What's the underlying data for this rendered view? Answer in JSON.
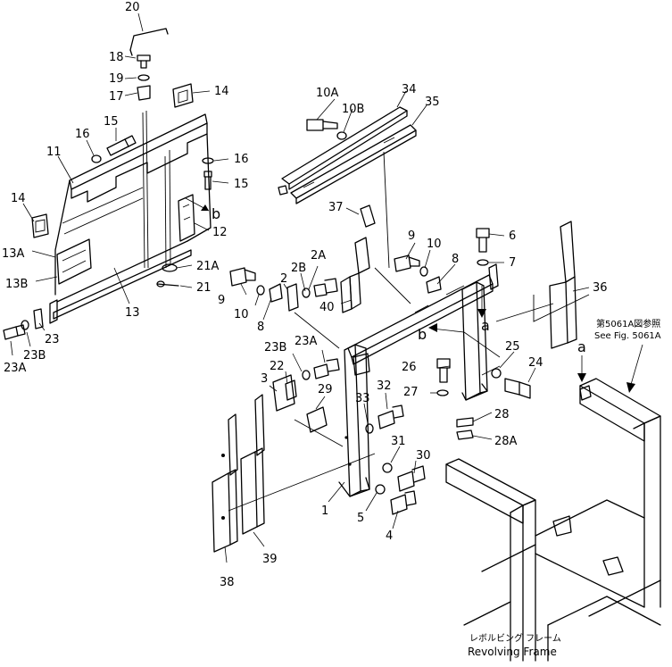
{
  "labels": [
    {
      "id": "p20",
      "text": "20"
    },
    {
      "id": "p18",
      "text": "18"
    },
    {
      "id": "p19",
      "text": "19"
    },
    {
      "id": "p17",
      "text": "17"
    },
    {
      "id": "p14a",
      "text": "14"
    },
    {
      "id": "p15a",
      "text": "15"
    },
    {
      "id": "p16a",
      "text": "16"
    },
    {
      "id": "p11",
      "text": "11"
    },
    {
      "id": "p16b",
      "text": "16"
    },
    {
      "id": "p15b",
      "text": "15"
    },
    {
      "id": "p14b",
      "text": "14"
    },
    {
      "id": "pb1",
      "text": "b"
    },
    {
      "id": "p12",
      "text": "12"
    },
    {
      "id": "p13A",
      "text": "13A"
    },
    {
      "id": "p13B",
      "text": "13B"
    },
    {
      "id": "p21A",
      "text": "21A"
    },
    {
      "id": "p21",
      "text": "21"
    },
    {
      "id": "p13",
      "text": "13"
    },
    {
      "id": "p23",
      "text": "23"
    },
    {
      "id": "p23B_l",
      "text": "23B"
    },
    {
      "id": "p23A_l",
      "text": "23A"
    },
    {
      "id": "p10A",
      "text": "10A"
    },
    {
      "id": "p10B",
      "text": "10B"
    },
    {
      "id": "p34",
      "text": "34"
    },
    {
      "id": "p35",
      "text": "35"
    },
    {
      "id": "p37",
      "text": "37"
    },
    {
      "id": "p9a",
      "text": "9"
    },
    {
      "id": "p10a",
      "text": "10"
    },
    {
      "id": "p8a",
      "text": "8"
    },
    {
      "id": "p6",
      "text": "6"
    },
    {
      "id": "p7",
      "text": "7"
    },
    {
      "id": "pa1",
      "text": "a"
    },
    {
      "id": "pb2",
      "text": "b"
    },
    {
      "id": "p36",
      "text": "36"
    },
    {
      "id": "p2A",
      "text": "2A"
    },
    {
      "id": "p2B",
      "text": "2B"
    },
    {
      "id": "p2",
      "text": "2"
    },
    {
      "id": "p9b",
      "text": "9"
    },
    {
      "id": "p10b",
      "text": "10"
    },
    {
      "id": "p8b",
      "text": "8"
    },
    {
      "id": "p40",
      "text": "40"
    },
    {
      "id": "p23B",
      "text": "23B"
    },
    {
      "id": "p23A",
      "text": "23A"
    },
    {
      "id": "p22",
      "text": "22"
    },
    {
      "id": "p3",
      "text": "3"
    },
    {
      "id": "p29",
      "text": "29"
    },
    {
      "id": "p33",
      "text": "33"
    },
    {
      "id": "p32",
      "text": "32"
    },
    {
      "id": "p26",
      "text": "26"
    },
    {
      "id": "p27",
      "text": "27"
    },
    {
      "id": "p25",
      "text": "25"
    },
    {
      "id": "p24",
      "text": "24"
    },
    {
      "id": "p28",
      "text": "28"
    },
    {
      "id": "p28A",
      "text": "28A"
    },
    {
      "id": "p31",
      "text": "31"
    },
    {
      "id": "p30",
      "text": "30"
    },
    {
      "id": "p1",
      "text": "1"
    },
    {
      "id": "p5",
      "text": "5"
    },
    {
      "id": "p4",
      "text": "4"
    },
    {
      "id": "p38",
      "text": "38"
    },
    {
      "id": "p39",
      "text": "39"
    },
    {
      "id": "pa2",
      "text": "a"
    }
  ],
  "ref_note": {
    "line1": "第5061A図参照",
    "line2": "See Fig. 5061A"
  },
  "frame_note": {
    "line1": "レボルビング フレーム",
    "line2": "Revolving Frame"
  }
}
